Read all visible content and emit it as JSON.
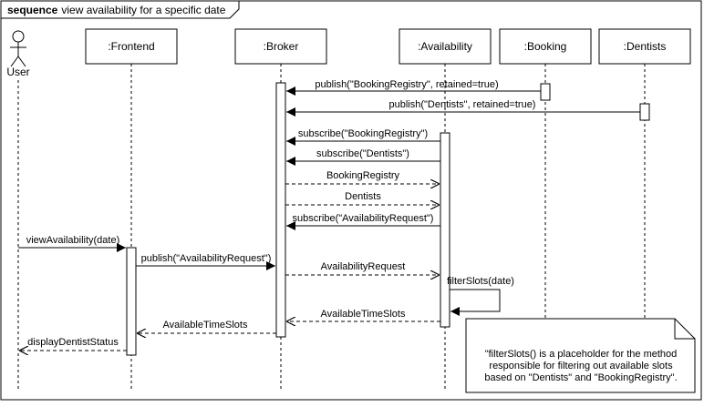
{
  "frame": {
    "keyword": "sequence",
    "title": "view availability for a specific date"
  },
  "actor": {
    "label": "User"
  },
  "participants": {
    "frontend": ":Frontend",
    "broker": ":Broker",
    "availability": ":Availability",
    "booking": ":Booking",
    "dentists": ":Dentists"
  },
  "messages": {
    "m1": "publish(\"BookingRegistry\", retained=true)",
    "m2": "publish(\"Dentists\", retained=true)",
    "m3": "subscribe(\"BookingRegistry\")",
    "m4": "subscribe(\"Dentists\")",
    "m5": "BookingRegistry",
    "m6": "Dentists",
    "m7": "subscribe(\"AvailabilityRequest\")",
    "m8": "viewAvailability(date)",
    "m9": "publish(\"AvailabilityRequest\")",
    "m10": "AvailabilityRequest",
    "m11": "filterSlots(date)",
    "m12": "AvailableTimeSlots",
    "m13": "AvailableTimeSlots",
    "m14": "displayDentistStatus"
  },
  "note": {
    "line1": "\"filterSlots() is a placeholder for the method",
    "line2": "responsible for filtering out available slots",
    "line3": "based on \"Dentists\" and \"BookingRegistry\"."
  }
}
